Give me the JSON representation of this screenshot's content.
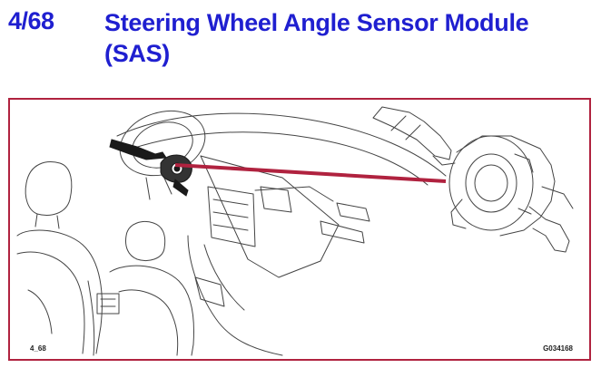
{
  "header": {
    "page_number": "4/68",
    "title": "Steering Wheel Angle Sensor Module (SAS)"
  },
  "figure": {
    "ref_label": "4_68",
    "code_label": "G034168",
    "callout_color": "#b0223f",
    "title_color": "#1f1fd0"
  }
}
